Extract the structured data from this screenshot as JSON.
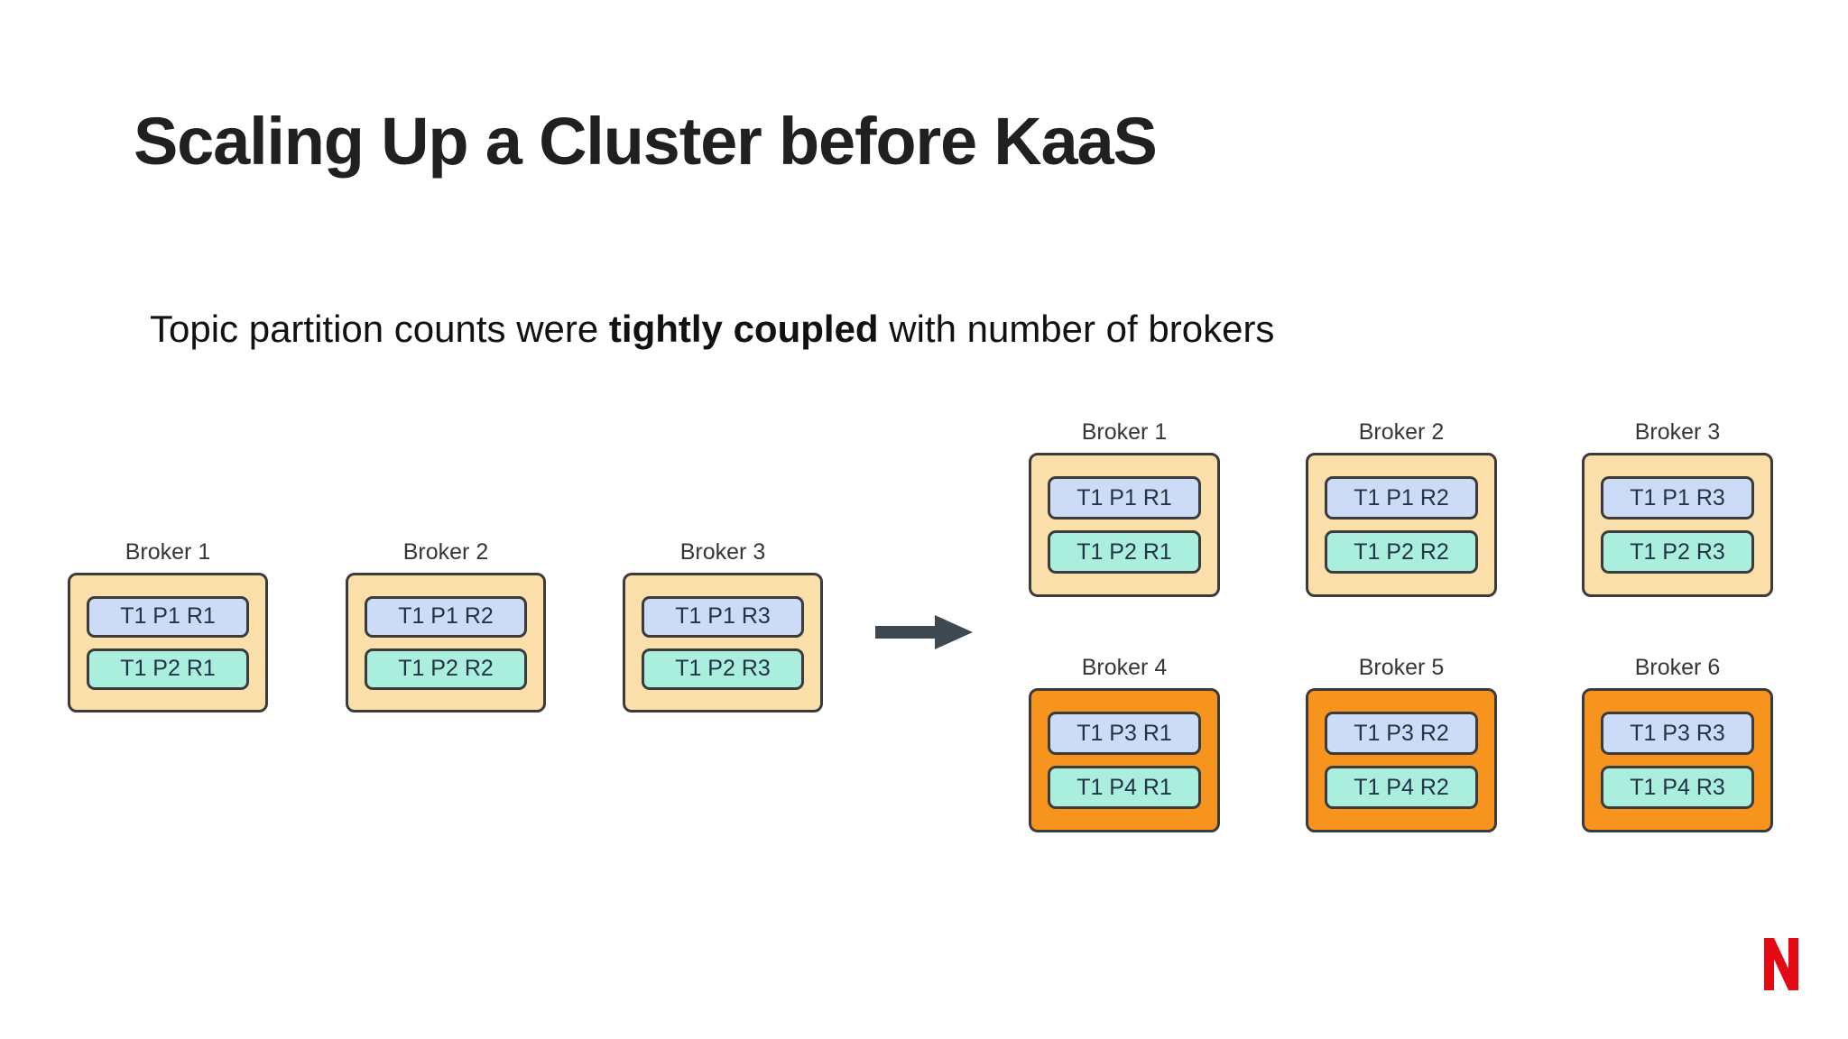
{
  "slide": {
    "title": "Scaling Up a Cluster before KaaS",
    "subtitle": {
      "before": "Topic partition counts were ",
      "emphasis": "tightly coupled",
      "after": " with number of brokers"
    }
  },
  "colors": {
    "background": "#ffffff",
    "title_text": "#221f1f",
    "subtitle_text": "#111111",
    "broker_label_text": "#363636",
    "broker_tan_fill": "#fbdfab",
    "broker_orange_fill": "#f7941e",
    "partition_blue_fill": "#ccdcf7",
    "partition_green_fill": "#aaeedd",
    "partition_text": "#243447",
    "stroke": "#3b3b3b",
    "arrow": "#3e4850",
    "netflix_red": "#e50914"
  },
  "diagram": {
    "arrow_icon": "arrow-right-icon",
    "before_cluster": {
      "name": "before-cluster",
      "brokers": [
        {
          "label": "Broker 1",
          "fill": "tan",
          "partitions": [
            {
              "label": "T1 P1 R1",
              "color": "blue"
            },
            {
              "label": "T1 P2 R1",
              "color": "green"
            }
          ]
        },
        {
          "label": "Broker 2",
          "fill": "tan",
          "partitions": [
            {
              "label": "T1 P1 R2",
              "color": "blue"
            },
            {
              "label": "T1 P2 R2",
              "color": "green"
            }
          ]
        },
        {
          "label": "Broker 3",
          "fill": "tan",
          "partitions": [
            {
              "label": "T1 P1 R3",
              "color": "blue"
            },
            {
              "label": "T1 P2 R3",
              "color": "green"
            }
          ]
        }
      ]
    },
    "after_cluster": {
      "name": "after-cluster",
      "top_row": [
        {
          "label": "Broker 1",
          "fill": "tan",
          "partitions": [
            {
              "label": "T1 P1 R1",
              "color": "blue"
            },
            {
              "label": "T1 P2 R1",
              "color": "green"
            }
          ]
        },
        {
          "label": "Broker 2",
          "fill": "tan",
          "partitions": [
            {
              "label": "T1 P1 R2",
              "color": "blue"
            },
            {
              "label": "T1 P2 R2",
              "color": "green"
            }
          ]
        },
        {
          "label": "Broker 3",
          "fill": "tan",
          "partitions": [
            {
              "label": "T1 P1 R3",
              "color": "blue"
            },
            {
              "label": "T1 P2 R3",
              "color": "green"
            }
          ]
        }
      ],
      "bottom_row": [
        {
          "label": "Broker 4",
          "fill": "orange",
          "partitions": [
            {
              "label": "T1 P3 R1",
              "color": "blue"
            },
            {
              "label": "T1 P4 R1",
              "color": "green"
            }
          ]
        },
        {
          "label": "Broker 5",
          "fill": "orange",
          "partitions": [
            {
              "label": "T1 P3 R2",
              "color": "blue"
            },
            {
              "label": "T1 P4 R2",
              "color": "green"
            }
          ]
        },
        {
          "label": "Broker 6",
          "fill": "orange",
          "partitions": [
            {
              "label": "T1 P3 R3",
              "color": "blue"
            },
            {
              "label": "T1 P4 R3",
              "color": "green"
            }
          ]
        }
      ]
    }
  },
  "branding": {
    "logo": "netflix-n-logo"
  }
}
